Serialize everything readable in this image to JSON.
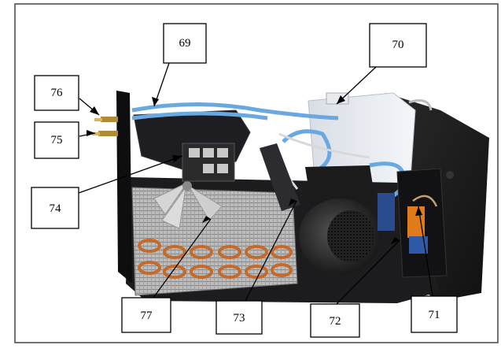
{
  "figure": {
    "callouts": [
      {
        "id": "69",
        "label": "69"
      },
      {
        "id": "70",
        "label": "70"
      },
      {
        "id": "71",
        "label": "71"
      },
      {
        "id": "72",
        "label": "72"
      },
      {
        "id": "73",
        "label": "73"
      },
      {
        "id": "74",
        "label": "74"
      },
      {
        "id": "75",
        "label": "75"
      },
      {
        "id": "76",
        "label": "76"
      },
      {
        "id": "77",
        "label": "77"
      }
    ]
  }
}
